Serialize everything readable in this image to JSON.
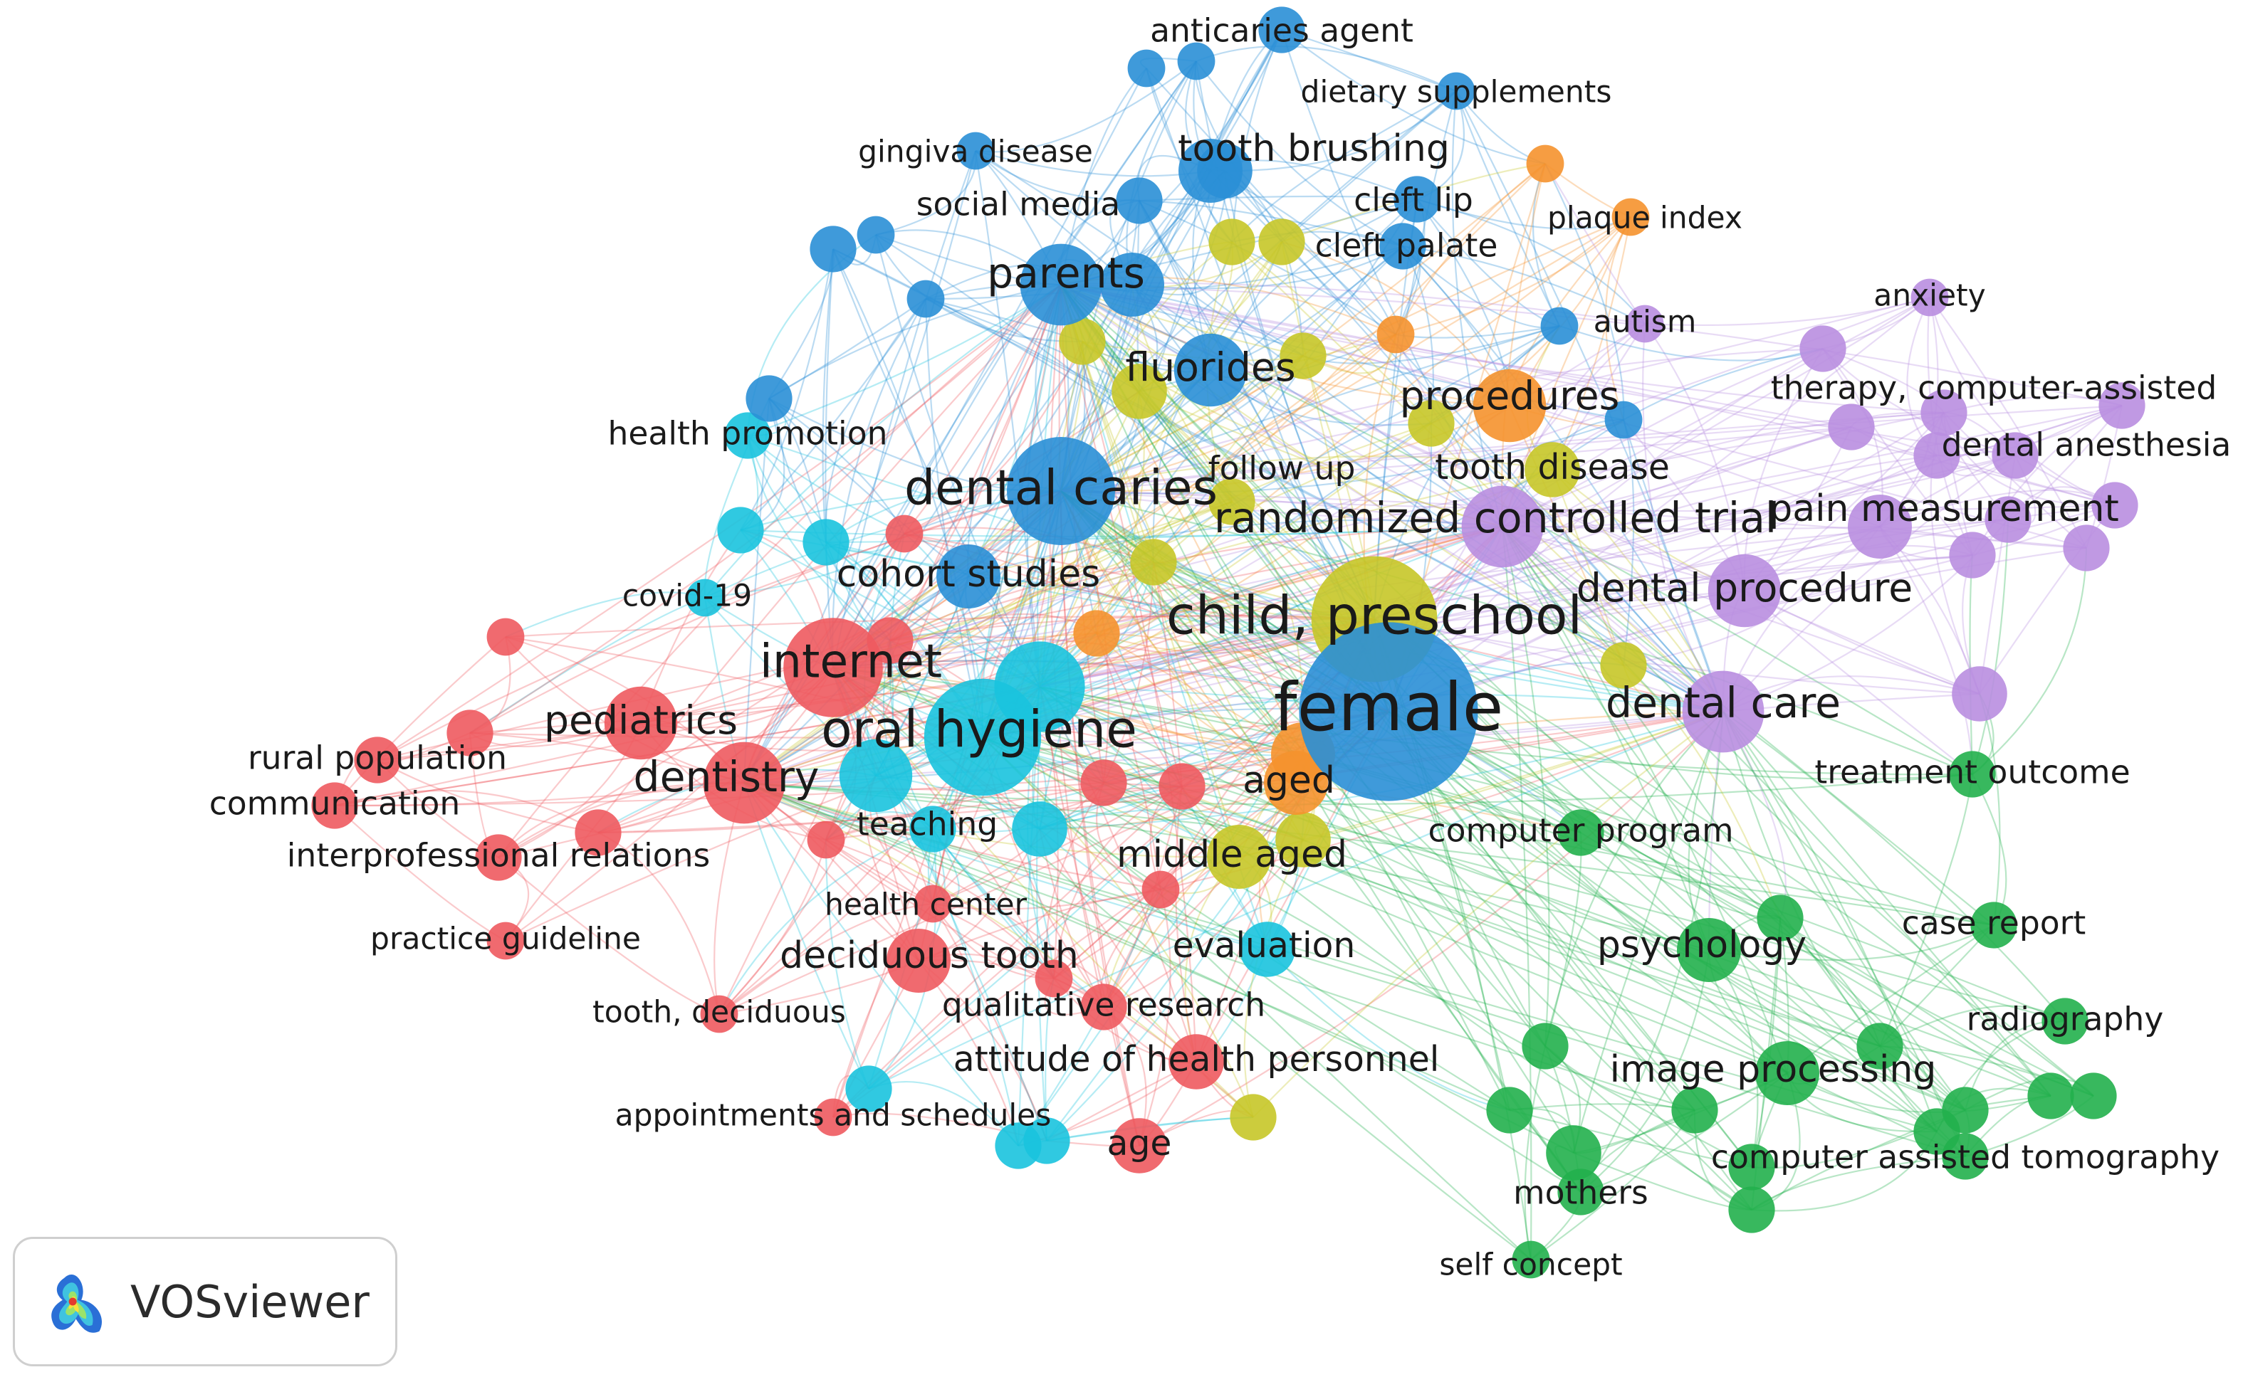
{
  "brand": {
    "name": "VOSviewer"
  },
  "colors": {
    "red": "#ee5a5f",
    "blue": "#2a8fd6",
    "cyan": "#19c3de",
    "yellow": "#c6c628",
    "orange": "#f5922e",
    "purple": "#b98ee0",
    "green": "#22b04d"
  },
  "network": {
    "nodes": [
      {
        "id": "anticaries agent",
        "label": "anticaries agent",
        "c": "blue",
        "s": 3
      },
      {
        "id": "dietary supplements",
        "label": "dietary supplements",
        "c": "blue",
        "s": 2
      },
      {
        "id": "gingiva disease",
        "label": "gingiva disease",
        "c": "blue",
        "s": 2
      },
      {
        "id": "tooth brushing",
        "label": "tooth brushing",
        "c": "blue",
        "s": 5
      },
      {
        "id": "cleft lip",
        "label": "cleft lip",
        "c": "blue",
        "s": 3
      },
      {
        "id": "plaque index",
        "label": "plaque index",
        "c": "orange",
        "s": 2
      },
      {
        "id": "social media",
        "label": "social media",
        "c": "blue",
        "s": 3
      },
      {
        "id": "cleft palate",
        "label": "cleft palate",
        "c": "blue",
        "s": 3
      },
      {
        "id": "parents",
        "label": "parents",
        "c": "blue",
        "s": 7
      },
      {
        "id": "anxiety",
        "label": "anxiety",
        "c": "purple",
        "s": 2
      },
      {
        "id": "autism",
        "label": "autism",
        "c": "purple",
        "s": 2
      },
      {
        "id": "fluorides",
        "label": "fluorides",
        "c": "blue",
        "s": 6
      },
      {
        "id": "procedures",
        "label": "procedures",
        "c": "orange",
        "s": 6
      },
      {
        "id": "therapy, computer-assisted",
        "label": "therapy, computer-assisted",
        "c": "purple",
        "s": 3
      },
      {
        "id": "health promotion",
        "label": "health promotion",
        "c": "cyan",
        "s": 3
      },
      {
        "id": "dental anesthesia",
        "label": "dental anesthesia",
        "c": "purple",
        "s": 3
      },
      {
        "id": "follow up",
        "label": "follow up",
        "c": "yellow",
        "s": 3
      },
      {
        "id": "tooth disease",
        "label": "tooth disease",
        "c": "yellow",
        "s": 4
      },
      {
        "id": "dental caries",
        "label": "dental caries",
        "c": "blue",
        "s": 10
      },
      {
        "id": "randomized controlled trial",
        "label": "randomized controlled trial",
        "c": "purple",
        "s": 7
      },
      {
        "id": "pain measurement",
        "label": "pain measurement",
        "c": "purple",
        "s": 5
      },
      {
        "id": "covid-19",
        "label": "covid-19",
        "c": "cyan",
        "s": 2
      },
      {
        "id": "cohort studies",
        "label": "cohort studies",
        "c": "blue",
        "s": 5
      },
      {
        "id": "dental procedure",
        "label": "dental procedure",
        "c": "purple",
        "s": 6
      },
      {
        "id": "child, preschool",
        "label": "child, preschool",
        "c": "yellow",
        "s": 12
      },
      {
        "id": "internet",
        "label": "internet",
        "c": "red",
        "s": 9
      },
      {
        "id": "female",
        "label": "female",
        "c": "blue",
        "s": 18
      },
      {
        "id": "dental care",
        "label": "dental care",
        "c": "purple",
        "s": 7
      },
      {
        "id": "pediatrics",
        "label": "pediatrics",
        "c": "red",
        "s": 6
      },
      {
        "id": "oral hygiene",
        "label": "oral hygiene",
        "c": "cyan",
        "s": 11
      },
      {
        "id": "rural population",
        "label": "rural population",
        "c": "red",
        "s": 3
      },
      {
        "id": "dentistry",
        "label": "dentistry",
        "c": "red",
        "s": 7
      },
      {
        "id": "communication",
        "label": "communication",
        "c": "red",
        "s": 3
      },
      {
        "id": "aged",
        "label": "aged",
        "c": "orange",
        "s": 5
      },
      {
        "id": "treatment outcome",
        "label": "treatment outcome",
        "c": "green",
        "s": 3
      },
      {
        "id": "teaching",
        "label": "teaching",
        "c": "cyan",
        "s": 3
      },
      {
        "id": "computer program",
        "label": "computer program",
        "c": "green",
        "s": 3
      },
      {
        "id": "interprofessional relations",
        "label": "interprofessional relations",
        "c": "red",
        "s": 3
      },
      {
        "id": "middle aged",
        "label": "middle aged",
        "c": "yellow",
        "s": 5
      },
      {
        "id": "health center",
        "label": "health center",
        "c": "red",
        "s": 2
      },
      {
        "id": "case report",
        "label": "case report",
        "c": "green",
        "s": 3
      },
      {
        "id": "practice guideline",
        "label": "practice guideline",
        "c": "red",
        "s": 2
      },
      {
        "id": "evaluation",
        "label": "evaluation",
        "c": "cyan",
        "s": 4
      },
      {
        "id": "psychology",
        "label": "psychology",
        "c": "green",
        "s": 5
      },
      {
        "id": "deciduous tooth",
        "label": "deciduous tooth",
        "c": "red",
        "s": 5
      },
      {
        "id": "radiography",
        "label": "radiography",
        "c": "green",
        "s": 3
      },
      {
        "id": "tooth, deciduous",
        "label": "tooth, deciduous",
        "c": "red",
        "s": 2
      },
      {
        "id": "qualitative research",
        "label": "qualitative research",
        "c": "red",
        "s": 3
      },
      {
        "id": "image processing",
        "label": "image processing",
        "c": "green",
        "s": 5
      },
      {
        "id": "attitude of health personnel",
        "label": "attitude of health personnel",
        "c": "red",
        "s": 4
      },
      {
        "id": "appointments and schedules",
        "label": "appointments and schedules",
        "c": "red",
        "s": 2
      },
      {
        "id": "computer assisted tomography",
        "label": "computer assisted tomography",
        "c": "green",
        "s": 3
      },
      {
        "id": "age",
        "label": "age",
        "c": "red",
        "s": 4
      },
      {
        "id": "mothers",
        "label": "mothers",
        "c": "green",
        "s": 3
      },
      {
        "id": "self concept",
        "label": "self concept",
        "c": "green",
        "s": 2
      }
    ],
    "extras": [
      {
        "c": "blue",
        "s": 2
      },
      {
        "c": "blue",
        "s": 2
      },
      {
        "c": "blue",
        "s": 3
      },
      {
        "c": "blue",
        "s": 2
      },
      {
        "c": "blue",
        "s": 2
      },
      {
        "c": "blue",
        "s": 4
      },
      {
        "c": "blue",
        "s": 5
      },
      {
        "c": "blue",
        "s": 2
      },
      {
        "c": "blue",
        "s": 2
      },
      {
        "c": "blue",
        "s": 3
      },
      {
        "c": "cyan",
        "s": 3
      },
      {
        "c": "cyan",
        "s": 3
      },
      {
        "c": "cyan",
        "s": 6
      },
      {
        "c": "cyan",
        "s": 8
      },
      {
        "c": "cyan",
        "s": 4
      },
      {
        "c": "cyan",
        "s": 3
      },
      {
        "c": "cyan",
        "s": 3
      },
      {
        "c": "cyan",
        "s": 3
      },
      {
        "c": "red",
        "s": 2
      },
      {
        "c": "red",
        "s": 3
      },
      {
        "c": "red",
        "s": 2
      },
      {
        "c": "red",
        "s": 3
      },
      {
        "c": "red",
        "s": 3
      },
      {
        "c": "red",
        "s": 2
      },
      {
        "c": "red",
        "s": 3
      },
      {
        "c": "red",
        "s": 3
      },
      {
        "c": "red",
        "s": 2
      },
      {
        "c": "red",
        "s": 2
      },
      {
        "c": "yellow",
        "s": 3
      },
      {
        "c": "yellow",
        "s": 3
      },
      {
        "c": "yellow",
        "s": 4
      },
      {
        "c": "yellow",
        "s": 3
      },
      {
        "c": "yellow",
        "s": 3
      },
      {
        "c": "yellow",
        "s": 3
      },
      {
        "c": "yellow",
        "s": 3
      },
      {
        "c": "yellow",
        "s": 4
      },
      {
        "c": "yellow",
        "s": 3
      },
      {
        "c": "yellow",
        "s": 3
      },
      {
        "c": "orange",
        "s": 3
      },
      {
        "c": "orange",
        "s": 2
      },
      {
        "c": "orange",
        "s": 2
      },
      {
        "c": "orange",
        "s": 5
      },
      {
        "c": "purple",
        "s": 3
      },
      {
        "c": "purple",
        "s": 3
      },
      {
        "c": "purple",
        "s": 3
      },
      {
        "c": "purple",
        "s": 3
      },
      {
        "c": "purple",
        "s": 3
      },
      {
        "c": "purple",
        "s": 4
      },
      {
        "c": "purple",
        "s": 3
      },
      {
        "c": "purple",
        "s": 3
      },
      {
        "c": "purple",
        "s": 3
      },
      {
        "c": "green",
        "s": 3
      },
      {
        "c": "green",
        "s": 3
      },
      {
        "c": "green",
        "s": 3
      },
      {
        "c": "green",
        "s": 3
      },
      {
        "c": "green",
        "s": 3
      },
      {
        "c": "green",
        "s": 3
      },
      {
        "c": "green",
        "s": 3
      },
      {
        "c": "green",
        "s": 3
      },
      {
        "c": "green",
        "s": 3
      },
      {
        "c": "green",
        "s": 4
      },
      {
        "c": "green",
        "s": 3
      },
      {
        "c": "green",
        "s": 3
      }
    ]
  }
}
